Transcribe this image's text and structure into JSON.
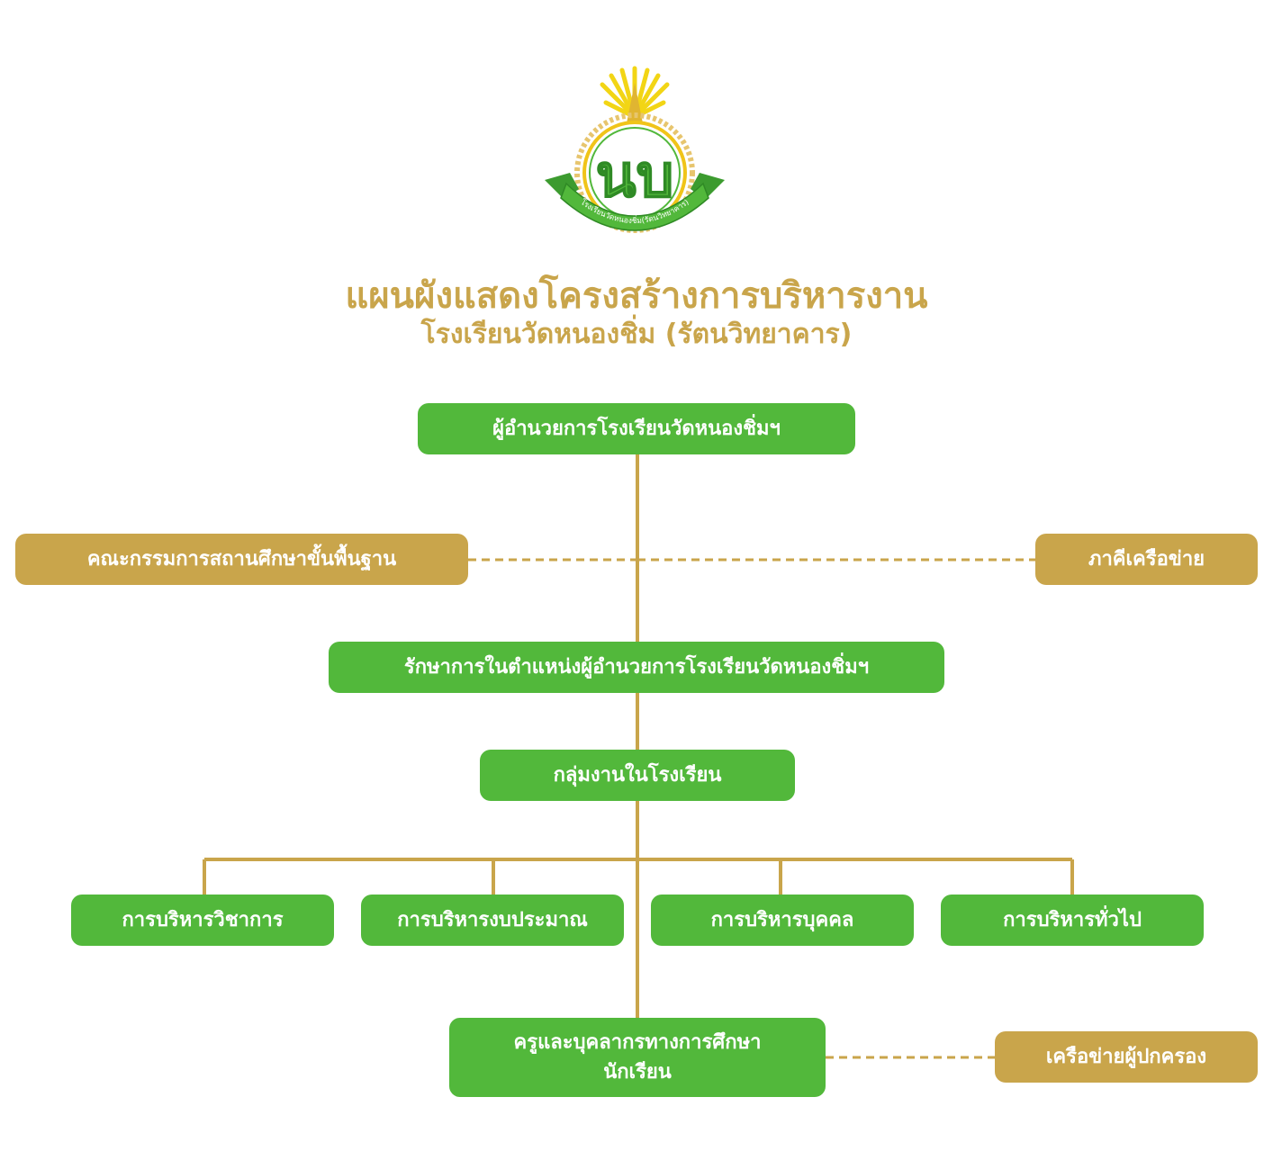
{
  "logo": {
    "initials": "นบ",
    "ribbon_text": "โรงเรียนวัดหนองชิ่ม(รัตนวิทยาคาร)"
  },
  "title": {
    "line1": "แผนผังแสดงโครงสร้างการบริหารงาน",
    "line2": "โรงเรียนวัดหนองชิ่ม (รัตนวิทยาคาร)"
  },
  "nodes": {
    "director": "ผู้อำนวยการโรงเรียนวัดหนองชิ่มฯ",
    "board": "คณะกรรมการสถานศึกษาขั้นพื้นฐาน",
    "partners": "ภาคีเครือข่าย",
    "acting_director": "รักษาการในตำแหน่งผู้อำนวยการโรงเรียนวัดหนองชิ่มฯ",
    "work_groups": "กลุ่มงานในโรงเรียน",
    "academic": "การบริหารวิชาการ",
    "budget": "การบริหารงบประมาณ",
    "personnel": "การบริหารบุคคล",
    "general": "การบริหารทั่วไป",
    "teachers_line1": "ครูและบุคลากรทางการศึกษา",
    "teachers_line2": "นักเรียน",
    "parent_network": "เครือข่ายผู้ปกครอง"
  },
  "colors": {
    "green": "#52b83b",
    "gold": "#c9a54b",
    "line": "#c9a54b"
  }
}
